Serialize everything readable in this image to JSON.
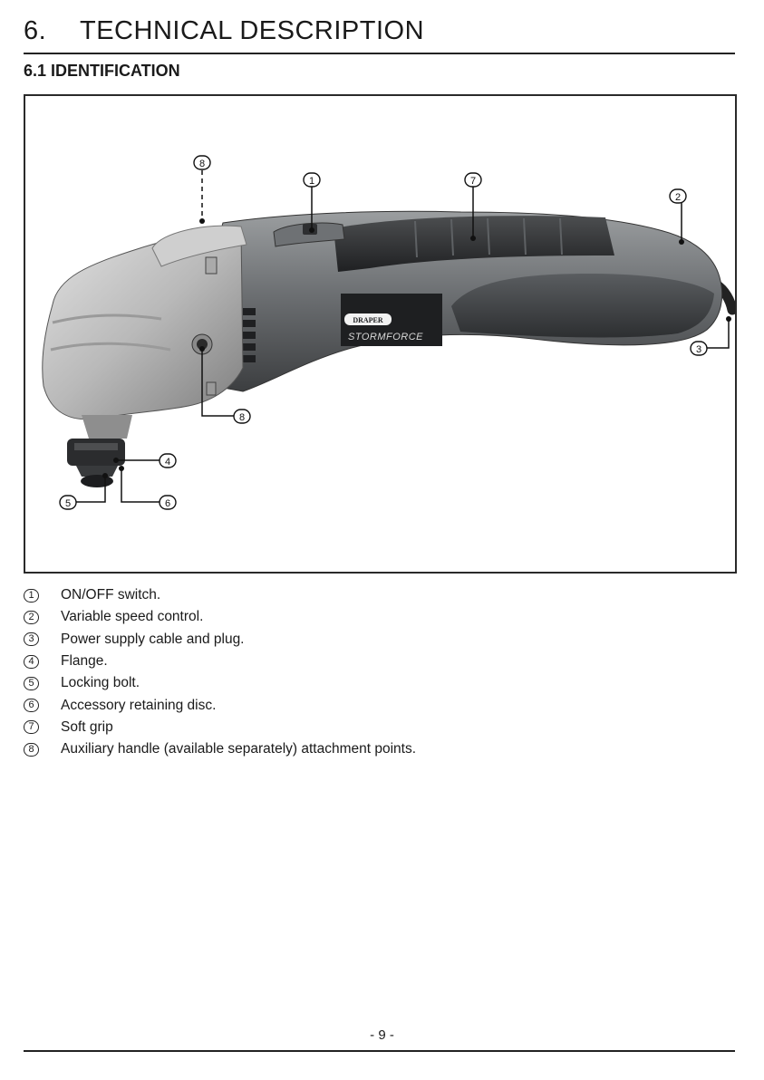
{
  "header": {
    "section_number": "6.",
    "section_title": "TECHNICAL DESCRIPTION",
    "subsection_title": "6.1 IDENTIFICATION"
  },
  "figure": {
    "logo_text": "DRAPER",
    "brand_text": "STORMFORCE",
    "callouts": [
      "8",
      "1",
      "7",
      "2",
      "3",
      "8",
      "4",
      "5",
      "6"
    ]
  },
  "legend": [
    {
      "number": "1",
      "text": "ON/OFF switch."
    },
    {
      "number": "2",
      "text": "Variable speed control."
    },
    {
      "number": "3",
      "text": "Power supply cable and plug."
    },
    {
      "number": "4",
      "text": "Flange."
    },
    {
      "number": "5",
      "text": "Locking bolt."
    },
    {
      "number": "6",
      "text": "Accessory retaining disc."
    },
    {
      "number": "7",
      "text": "Soft grip"
    },
    {
      "number": "8",
      "text": "Auxiliary handle (available separately) attachment points."
    }
  ],
  "footer": {
    "page_number": "- 9 -"
  }
}
